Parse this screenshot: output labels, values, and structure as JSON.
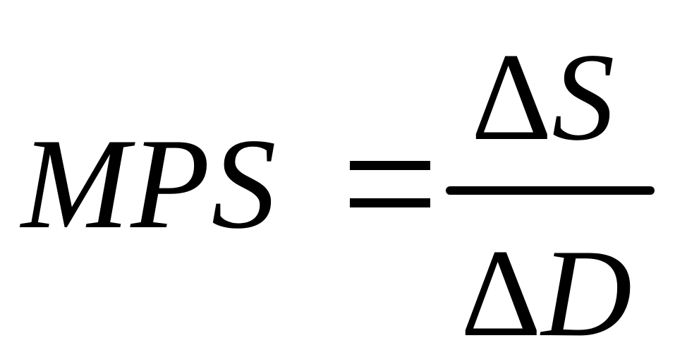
{
  "equation": {
    "lhs": "MPS",
    "operator": "=",
    "numerator": {
      "delta": "Δ",
      "variable": "S"
    },
    "denominator": {
      "delta": "Δ",
      "variable": "D"
    }
  }
}
